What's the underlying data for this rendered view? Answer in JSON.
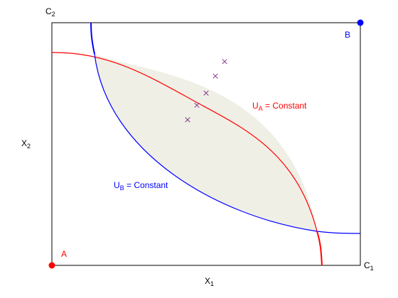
{
  "diagram": {
    "box": {
      "corner_top_left": "C",
      "corner_top_left_sub": "2",
      "corner_bottom_right": "C",
      "corner_bottom_right_sub": "1"
    },
    "axes": {
      "x": {
        "main": "X",
        "sub": "1"
      },
      "y": {
        "main": "X",
        "sub": "2"
      }
    },
    "origins": {
      "a": {
        "label": "A",
        "color": "#ff0000"
      },
      "b": {
        "label": "B",
        "color": "#0000ff"
      }
    },
    "curves": {
      "ua": {
        "main": "U",
        "sub": "A",
        "rest": " = Constant",
        "color": "#ff0000"
      },
      "ub": {
        "main": "U",
        "sub": "B",
        "rest": " = Constant",
        "color": "#0000ff"
      }
    },
    "lens_fill_color": "#efefe6",
    "contract_marker_color": "#8b3a8b",
    "contract_points": [
      {
        "u": 0.44,
        "v": 0.6
      },
      {
        "u": 0.47,
        "v": 0.66
      },
      {
        "u": 0.5,
        "v": 0.71
      },
      {
        "u": 0.53,
        "v": 0.78
      },
      {
        "u": 0.56,
        "v": 0.84
      }
    ]
  }
}
